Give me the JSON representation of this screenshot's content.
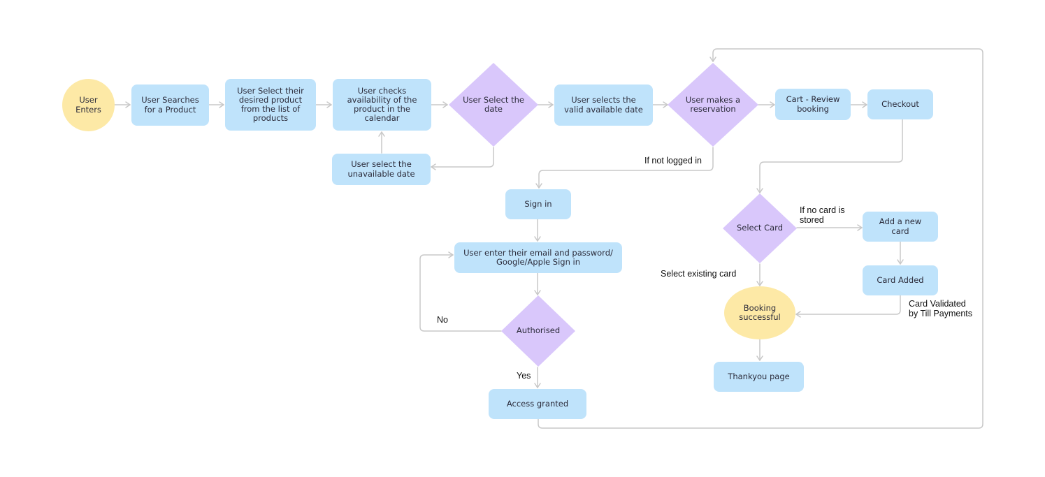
{
  "colors": {
    "process": "#bfe3fb",
    "decision": "#d9c7fb",
    "terminal": "#fde9a6",
    "connector": "#c8c8c8"
  },
  "nodes": {
    "user_enters": "User\nEnters",
    "user_searches": "User Searches\nfor a Product",
    "user_select_product": "User Select their\ndesired product\nfrom the list of\nproducts",
    "user_checks_availability": "User checks\navailability of the\nproduct in the\ncalendar",
    "user_select_date": "User Select the\ndate",
    "user_select_unavailable": "User select the\nunavailable date",
    "user_selects_valid": "User selects the\nvalid available date",
    "user_makes_reservation": "User makes a\nreservation",
    "cart_review": "Cart - Review\nbooking",
    "checkout": "Checkout",
    "sign_in": "Sign in",
    "enter_credentials": "User enter their email and password/\nGoogle/Apple Sign in",
    "authorised": "Authorised",
    "access_granted": "Access granted",
    "select_card": "Select Card",
    "add_new_card": "Add a new\ncard",
    "card_added": "Card Added",
    "booking_successful": "Booking\nsuccessful",
    "thankyou_page": "Thankyou page"
  },
  "edge_labels": {
    "not_logged_in": "If not logged in",
    "no_card_stored": "If no card is\nstored",
    "select_existing_card": "Select existing card",
    "card_validated": "Card Validated\nby Till Payments",
    "no": "No",
    "yes": "Yes"
  }
}
